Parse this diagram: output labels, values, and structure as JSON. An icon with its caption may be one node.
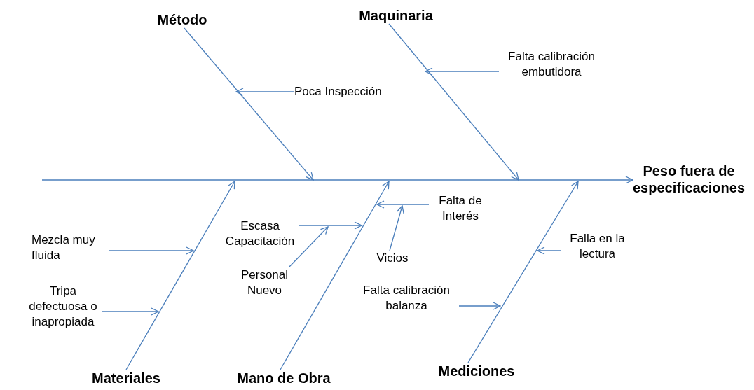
{
  "diagram": {
    "nodes": [
      {
        "text": [
          "Peso fuera de especificaciones"
        ]
      },
      {
        "text": [
          "Método"
        ]
      },
      {
        "text": [
          "Maquinaria"
        ]
      },
      {
        "text": [
          "Materiales"
        ]
      },
      {
        "text": [
          "Mano de Obra"
        ]
      },
      {
        "text": [
          "Mediciones"
        ]
      },
      {
        "text": [
          "Poca Inspección"
        ]
      },
      {
        "text": [
          "Falta calibración embutidora"
        ]
      },
      {
        "text": [
          "Mezcla muy fluida"
        ]
      },
      {
        "text": [
          "Tripa defectuosa o inapropiada"
        ]
      },
      {
        "text": [
          "Escasa Capacitación"
        ]
      },
      {
        "text": [
          "Personal Nuevo"
        ]
      },
      {
        "text": [
          "Falta de Interés"
        ]
      },
      {
        "text": [
          "Vicios"
        ]
      },
      {
        "text": [
          "Falta calibración balanza"
        ]
      },
      {
        "text": [
          "Falla en la lectura"
        ]
      }
    ],
    "edges": [
      {
        "from": null,
        "to": 0,
        "arrow": "to"
      },
      {
        "from": 1,
        "to": null,
        "arrow": "to"
      },
      {
        "from": 2,
        "to": null,
        "arrow": "to"
      },
      {
        "from": 3,
        "to": null,
        "arrow": "to"
      },
      {
        "from": 4,
        "to": null,
        "arrow": "to"
      },
      {
        "from": 5,
        "to": null,
        "arrow": "to"
      },
      {
        "from": 6,
        "to": null,
        "arrow": "to"
      },
      {
        "from": 7,
        "to": null,
        "arrow": "to"
      },
      {
        "from": 8,
        "to": null,
        "arrow": "to"
      },
      {
        "from": 9,
        "to": null,
        "arrow": "to"
      },
      {
        "from": 10,
        "to": null,
        "arrow": "to"
      },
      {
        "from": 11,
        "to": null,
        "arrow": "to"
      },
      {
        "from": 12,
        "to": null,
        "arrow": "to"
      },
      {
        "from": 13,
        "to": null,
        "arrow": "to"
      },
      {
        "from": 14,
        "to": null,
        "arrow": "to"
      },
      {
        "from": 15,
        "to": null,
        "arrow": "to"
      }
    ]
  }
}
